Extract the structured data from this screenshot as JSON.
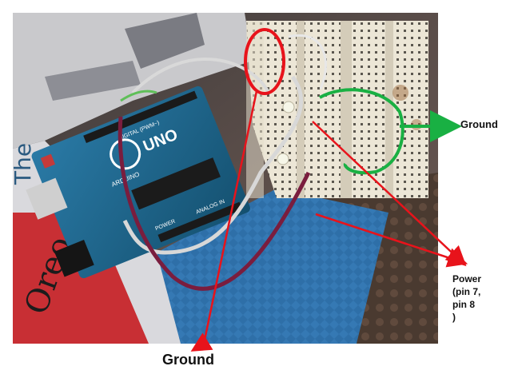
{
  "image": {
    "subject": "Arduino UNO board wired to a breadboard with two LEDs",
    "board_logo": "UNO",
    "board_brand": "ARDUINO",
    "board_header": "DIGITAL (PWM~)",
    "board_power_label": "POWER",
    "board_analog_label": "ANALOG IN",
    "book_text_left": "The",
    "book_text_bottom": "Oreo"
  },
  "annotations": {
    "ground_right": "Ground",
    "ground_bottom": "Ground",
    "power_lines": [
      "Power",
      "(pin 7,",
      " pin 8",
      ")"
    ]
  },
  "colors": {
    "annotation_red": "#e8131b",
    "annotation_green": "#19b043",
    "board_blue": "#1b5f86",
    "breadboard": "#ece6d6"
  }
}
